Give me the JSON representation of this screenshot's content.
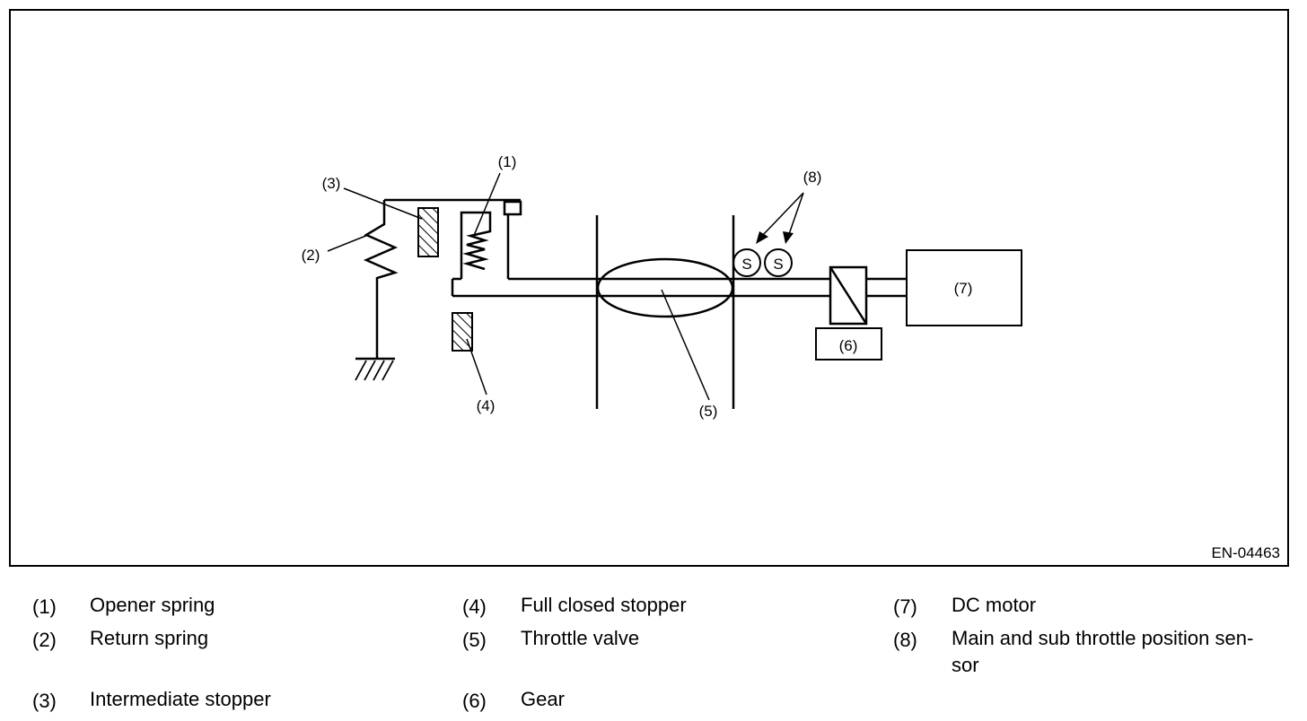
{
  "figure_code": "EN-04463",
  "callouts": {
    "c1": "(1)",
    "c2": "(2)",
    "c3": "(3)",
    "c4": "(4)",
    "c5": "(5)",
    "c6": "(6)",
    "c7": "(7)",
    "c8": "(8)"
  },
  "sensor_symbol": "S",
  "legend": [
    {
      "num": "(1)",
      "text": "Opener spring"
    },
    {
      "num": "(2)",
      "text": "Return spring"
    },
    {
      "num": "(3)",
      "text": "Intermediate stopper"
    },
    {
      "num": "(4)",
      "text": "Full closed stopper"
    },
    {
      "num": "(5)",
      "text": "Throttle valve"
    },
    {
      "num": "(6)",
      "text": "Gear"
    },
    {
      "num": "(7)",
      "text": "DC motor"
    },
    {
      "num": "(8)",
      "text": "Main and sub throttle position sen-sor"
    }
  ]
}
